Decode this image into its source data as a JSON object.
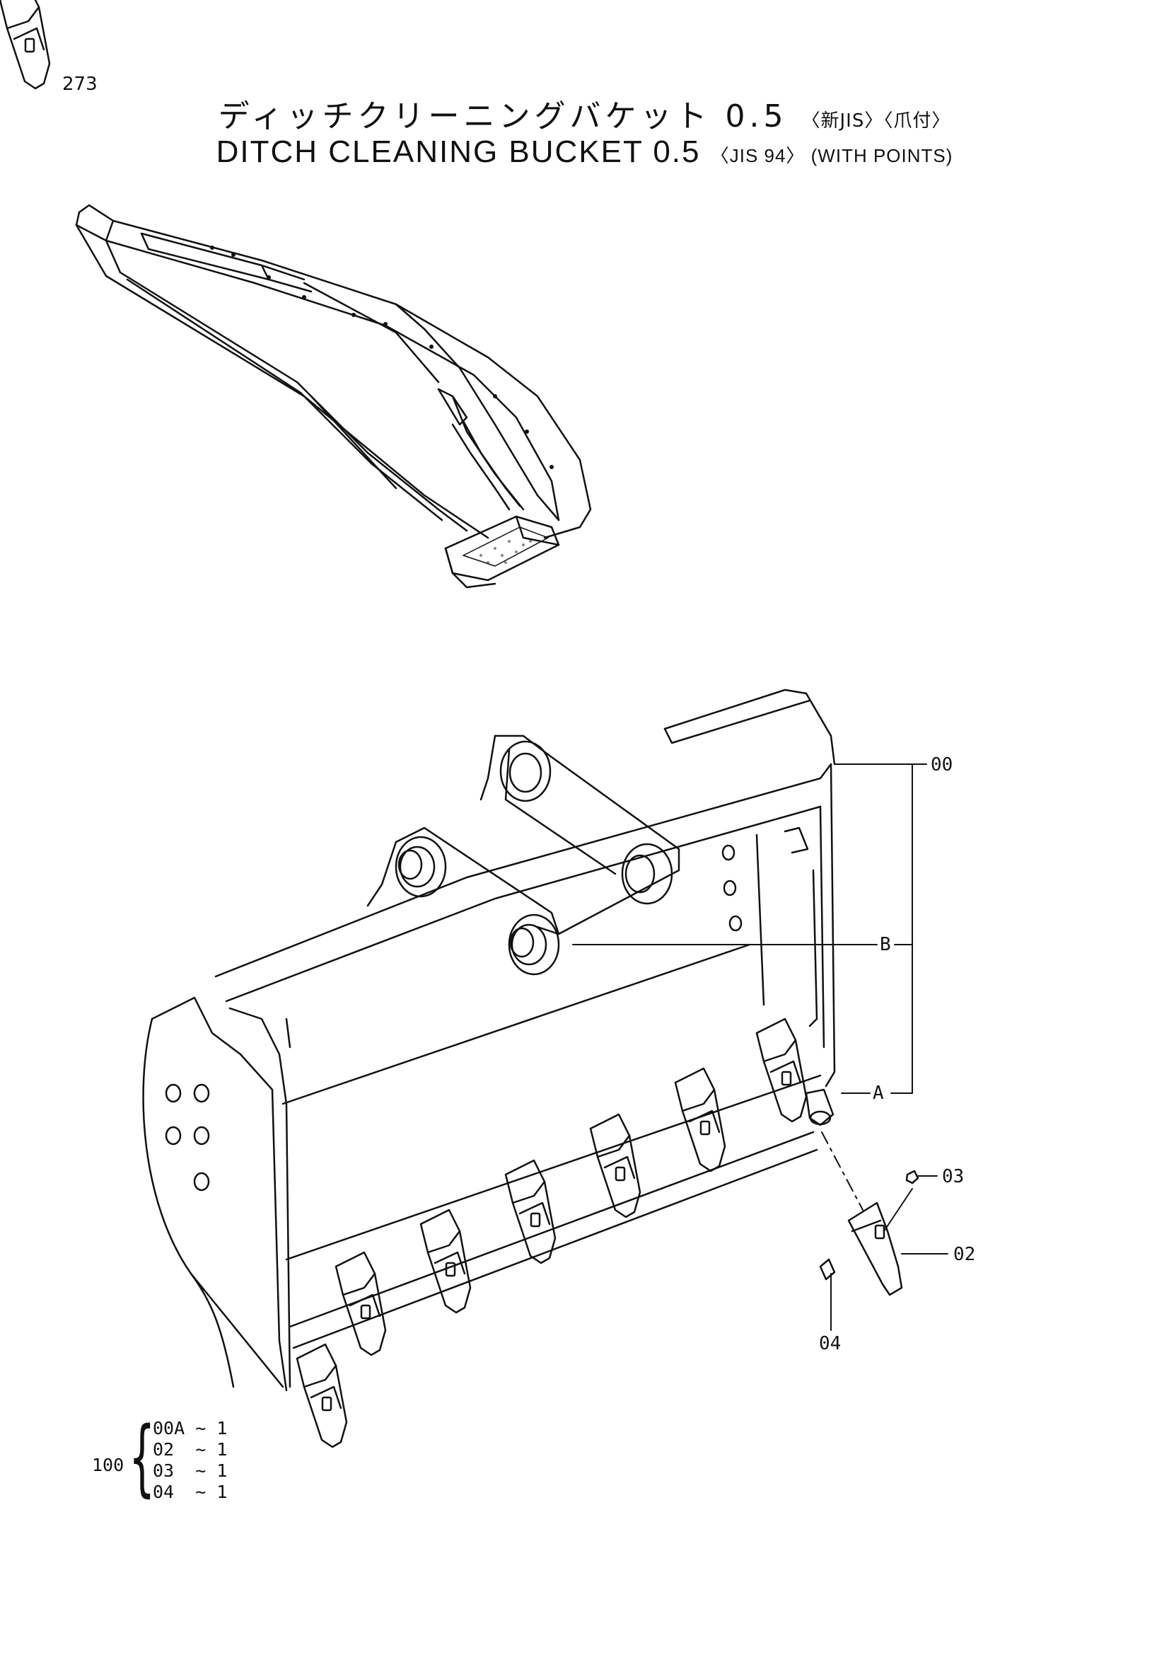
{
  "page": {
    "number": "273"
  },
  "title": {
    "jp_main": "ディッチクリーニングバケット 0.5",
    "jp_sub": "〈新JIS〉〈爪付〉",
    "en_main": "DITCH CLEANING BUCKET 0.5",
    "en_sub": "〈JIS 94〉 (WITH POINTS)"
  },
  "callouts": {
    "assembly": "00",
    "boss": "B",
    "adapter": "A",
    "pin": "03",
    "point": "02",
    "lock": "04"
  },
  "kit": {
    "number": "100",
    "items": [
      {
        "part": "00A",
        "qty": "1"
      },
      {
        "part": "02",
        "qty": "1"
      },
      {
        "part": "03",
        "qty": "1"
      },
      {
        "part": "04",
        "qty": "1"
      }
    ],
    "separator": "~"
  },
  "colors": {
    "ink": "#111111",
    "paper": "#ffffff"
  }
}
